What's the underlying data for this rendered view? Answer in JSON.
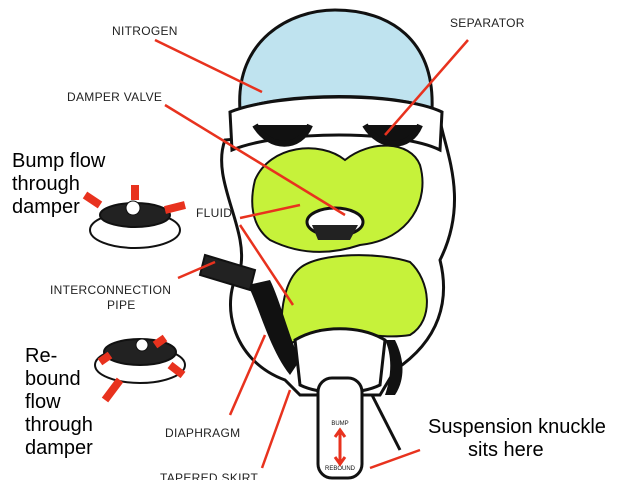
{
  "labels": {
    "nitrogen": "NITROGEN",
    "separator": "SEPARATOR",
    "damper_valve": "DAMPER VALVE",
    "fluid": "FLUID",
    "interconnection": "INTERCONNECTION",
    "pipe": "PIPE",
    "diaphragm": "DIAPHRAGM",
    "tapered_skirt": "TAPERED SKIRT",
    "bump": "BUMP",
    "rebound": "REBOUND"
  },
  "captions": {
    "bump_flow": [
      "Bump flow",
      "through",
      "damper"
    ],
    "rebound_flow": [
      "Re-",
      "bound",
      "flow",
      "through",
      "damper"
    ],
    "knuckle": [
      "Suspension knuckle",
      "sits here"
    ]
  },
  "colors": {
    "nitrogen": "#bfe3ef",
    "fluid": "#c6f23a",
    "leader": "#e8321e",
    "ink": "#111111"
  }
}
